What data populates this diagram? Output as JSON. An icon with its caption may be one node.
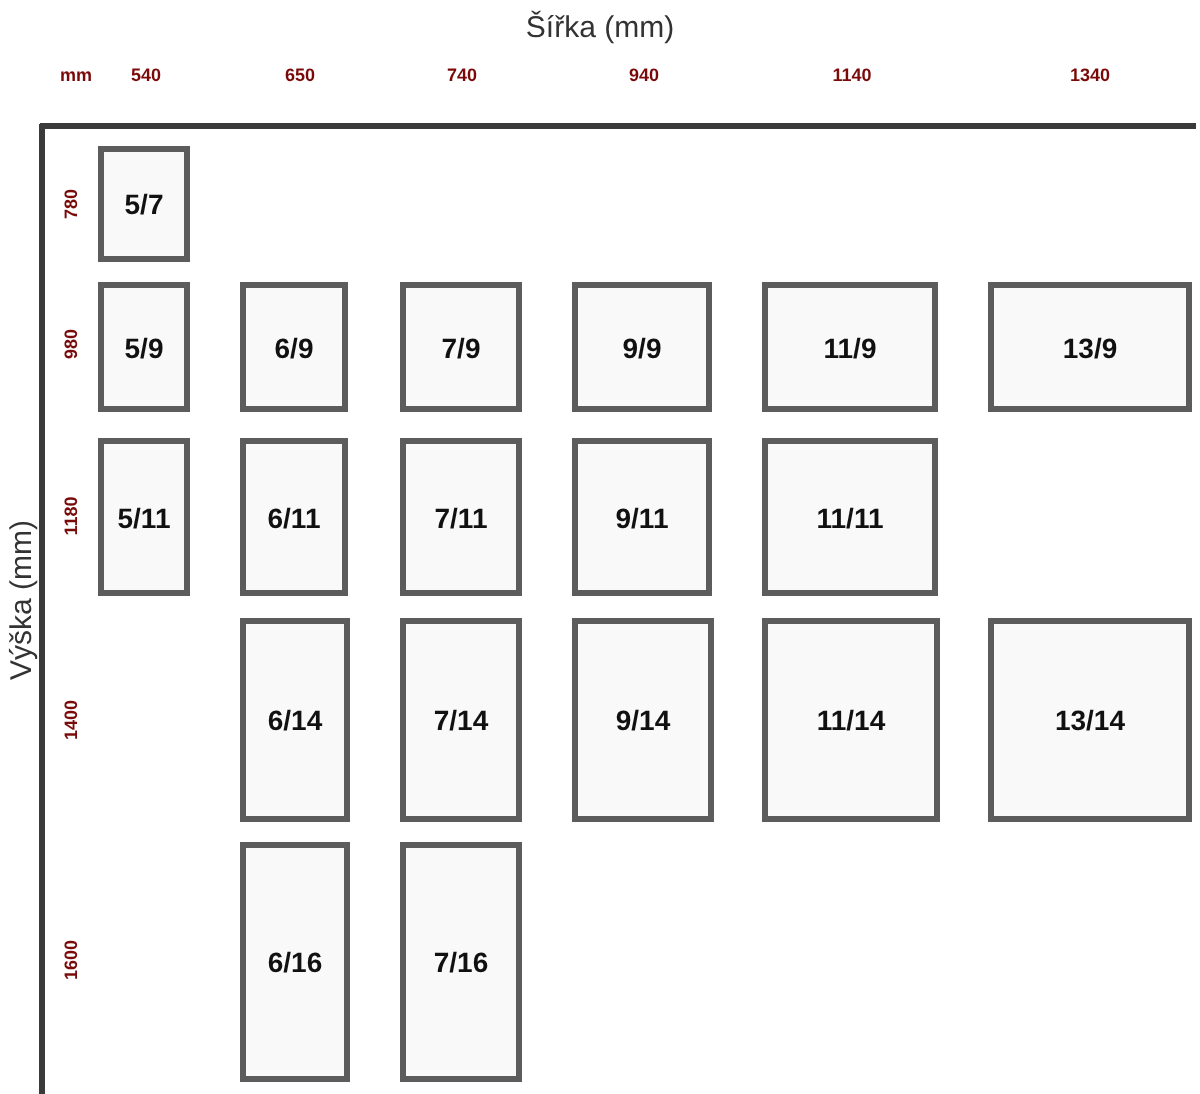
{
  "diagram": {
    "nodes": [
      {
        "text": [
          "5/7"
        ]
      },
      {
        "text": [
          "5/9"
        ]
      },
      {
        "text": [
          "6/9"
        ]
      },
      {
        "text": [
          "7/9"
        ]
      },
      {
        "text": [
          "9/9"
        ]
      },
      {
        "text": [
          "11/9"
        ]
      },
      {
        "text": [
          "13/9"
        ]
      },
      {
        "text": [
          "5/11"
        ]
      },
      {
        "text": [
          "6/11"
        ]
      },
      {
        "text": [
          "7/11"
        ]
      },
      {
        "text": [
          "9/11"
        ]
      },
      {
        "text": [
          "11/11"
        ]
      },
      {
        "text": [
          "6/14"
        ]
      },
      {
        "text": [
          "7/14"
        ]
      },
      {
        "text": [
          "9/14"
        ]
      },
      {
        "text": [
          "11/14"
        ]
      },
      {
        "text": [
          "13/14"
        ]
      },
      {
        "text": [
          "6/16"
        ]
      },
      {
        "text": [
          "7/16"
        ]
      }
    ],
    "labels": [
      "Šířka (mm)",
      "mm",
      "540",
      "650",
      "740",
      "940",
      "1140",
      "1340",
      "Výška (mm)",
      "780",
      "980",
      "1180",
      "1400",
      "1600"
    ]
  }
}
